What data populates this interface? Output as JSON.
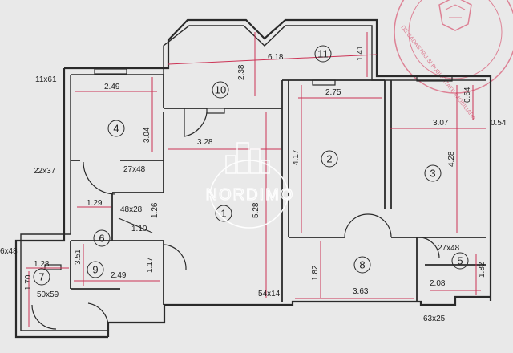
{
  "colors": {
    "paper": "#e9e9e9",
    "wall": "#2a2a2a",
    "measure": "#cc3355",
    "stamp": "#d9607a",
    "watermark": "#ffffff"
  },
  "watermark": {
    "brand": "NORDIMO",
    "icon": "building-logo-icon"
  },
  "stamp": {
    "icon": "official-stamp-icon",
    "text": "DE CADASTRU SI PUBLICITATE IMOBILIARA"
  },
  "rooms": [
    "1",
    "2",
    "3",
    "4",
    "5",
    "6",
    "7",
    "8",
    "9",
    "10",
    "11"
  ],
  "dimensions": {
    "d11x61": "11x61",
    "d2_49a": "2.49",
    "d3_04": "3.04",
    "d22x37": "22x37",
    "d27x48a": "27x48",
    "d1_29": "1.29",
    "d48x28": "48x28",
    "d1_26": "1.26",
    "d1_10": "1.10",
    "d3_51": "3.51",
    "d1_28": "1.28",
    "d2_49b": "2.49",
    "d1_17": "1.17",
    "d1_70": "1.70",
    "d50x59": "50x59",
    "d6x48": "6x48",
    "d6_18": "6.18",
    "d2_38": "2.38",
    "d1_41": "1.41",
    "d3_28": "3.28",
    "d5_28": "5.28",
    "d54x14": "54x14",
    "d2_75": "2.75",
    "d4_17": "4.17",
    "d1_82a": "1.82",
    "d3_63": "3.63",
    "d3_07": "3.07",
    "d0_64": "0.64",
    "d0_54": "0.54",
    "d4_28": "4.28",
    "d27x48b": "27x48",
    "d2_08": "2.08",
    "d1_82b": "1.82",
    "d63x25": "63x25"
  }
}
